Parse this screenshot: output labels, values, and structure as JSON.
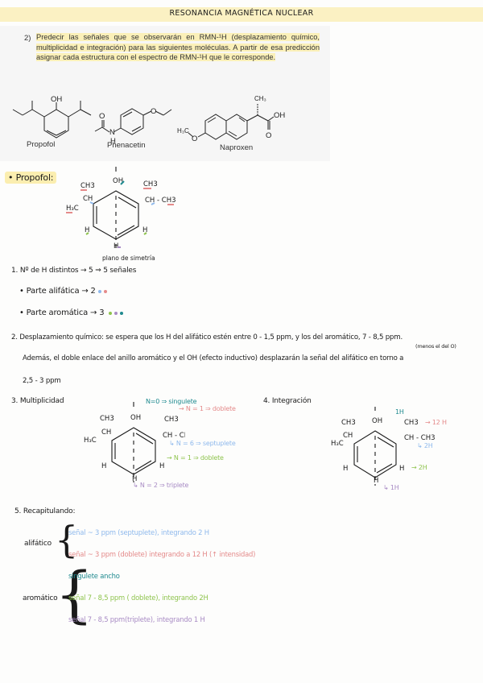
{
  "header": {
    "title": "RESONANCIA MAGNÉTICA NUCLEAR"
  },
  "question": {
    "number": "2)",
    "text": "Predecir las señales que se observarán en RMN-¹H (desplazamiento químico, multiplicidad e integración) para las siguientes moléculas. A partir de esa predicción asignar cada estructura con el espectro de RMN-¹H que le corresponde."
  },
  "molecules": [
    {
      "name": "Propofol",
      "labels": [
        "OH"
      ]
    },
    {
      "name": "Phenacetin",
      "labels": [
        "O",
        "N",
        "H",
        "O"
      ]
    },
    {
      "name": "Naproxen",
      "labels": [
        "CH3",
        "OH",
        "O",
        "H3C",
        "O"
      ]
    }
  ],
  "section_title": "• Propofol:",
  "structure_labels": {
    "oh": "OH",
    "ch3": "CH3",
    "ch": "CH",
    "h3c": "H3C",
    "ch_ch3": "CH - CH3",
    "h": "H",
    "symmetry_plane": "plano de simetría"
  },
  "step1": {
    "title": "1. Nº de H distintos → 5 ⇒ 5 señales",
    "aliphatic": "• Parte alifática → 2",
    "aromatic": "• Parte aromática → 3",
    "aliphatic_dots": [
      "#8fb9ec",
      "#e48a8a"
    ],
    "aromatic_dots": [
      "#8fc44e",
      "#a88bc4",
      "#1f8a8f"
    ]
  },
  "step2": {
    "line1": "2. Desplazamiento químico: se espera que los H del alifático estén entre 0 - 1,5 ppm, y los del aromático, 7 - 8,5 ppm.",
    "note": "(menos el del O)",
    "line2": "Además, el doble enlace del anillo aromático y el OH (efecto inductivo) desplazarán la señal del alifático en torno a",
    "line3": "2,5 - 3 ppm"
  },
  "step3": {
    "title": "3. Multiplicidad",
    "annotations": [
      {
        "text": "N=0 ⇒ singulete",
        "color": "#1f8a8f"
      },
      {
        "text": "→ N = 1 ⇒ doblete",
        "color": "#e48a8a"
      },
      {
        "text": "↳ N = 6 ⇒ septuplete",
        "color": "#8fb9ec"
      },
      {
        "text": "→ N = 1 ⇒ doblete",
        "color": "#8fc44e"
      },
      {
        "text": "↳ N = 2 ⇒ triplete",
        "color": "#a88bc4"
      }
    ]
  },
  "step4": {
    "title": "4. Integración",
    "annotations": [
      {
        "text": "1H",
        "color": "#1f8a8f"
      },
      {
        "text": "→ 12 H",
        "color": "#e48a8a"
      },
      {
        "text": "↳ 2H",
        "color": "#8fb9ec"
      },
      {
        "text": "→ 2H",
        "color": "#8fc44e"
      },
      {
        "text": "↳ 1H",
        "color": "#a88bc4"
      }
    ]
  },
  "step5": {
    "title": "5. Recapitulando:",
    "aliphatic_label": "alifático",
    "aliphatic": [
      {
        "text": "señal ~ 3 ppm (septuplete), integrando 2 H",
        "color": "#8fb9ec"
      },
      {
        "text": "señal ~ 3 ppm (doblete) integrando a 12 H (↑ intensidad)",
        "color": "#e48a8a"
      }
    ],
    "aromatic_label": "aromático",
    "aromatic": [
      {
        "text": "singulete ancho",
        "color": "#1f8a8f"
      },
      {
        "text": "señal 7 - 8,5 ppm ( doblete), integrando 2H",
        "color": "#8fc44e"
      },
      {
        "text": "señal 7 - 8,5 ppm(triplete), integrando 1 H",
        "color": "#a88bc4"
      }
    ]
  }
}
